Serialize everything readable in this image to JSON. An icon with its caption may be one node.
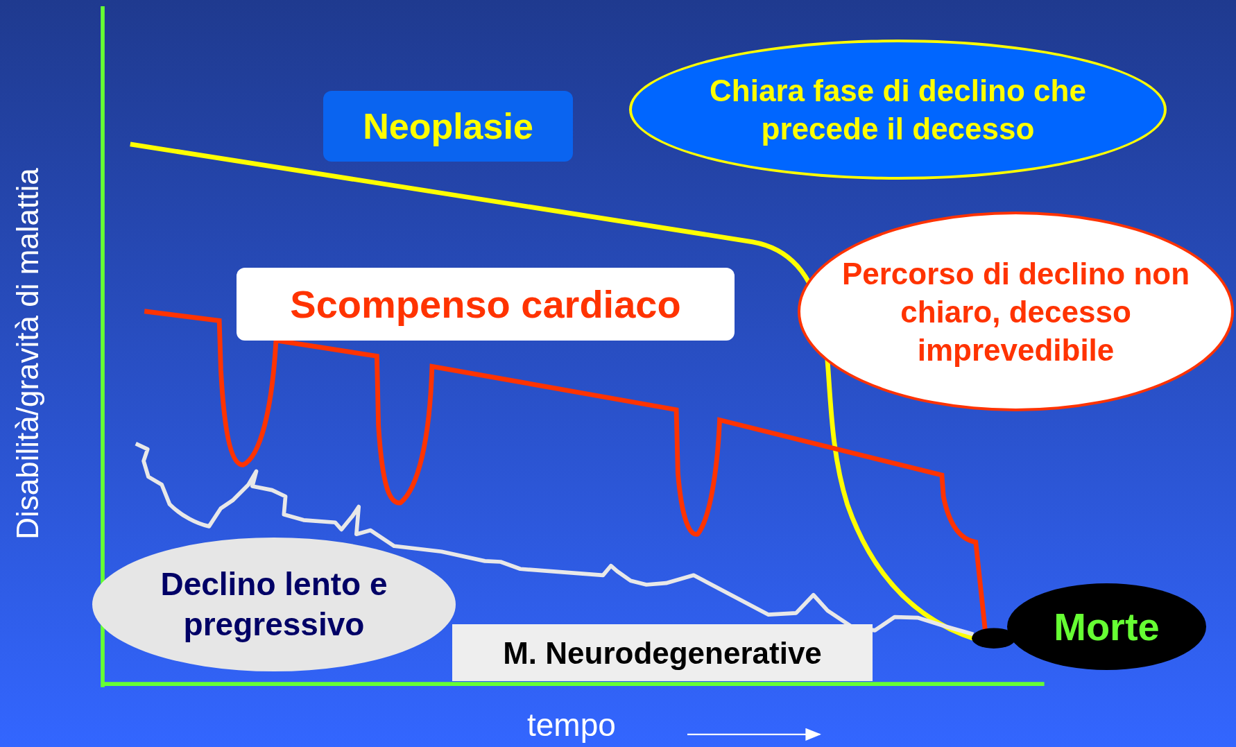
{
  "diagram": {
    "nodes": [
      {
        "text": [
          "Neoplasie"
        ]
      },
      {
        "text": [
          "Chiara fase di declino che precede il decesso"
        ]
      },
      {
        "text": [
          "Scompenso cardiaco"
        ]
      },
      {
        "text": [
          "Percorso di declino non chiaro, decesso imprevedibile"
        ]
      },
      {
        "text": [
          "Declino lento e pregressivo"
        ]
      },
      {
        "text": [
          "M. Neurodegenerative"
        ]
      },
      {
        "text": [
          "Morte"
        ]
      }
    ],
    "labels": [
      "Disabilità/gravità di malattia",
      "tempo"
    ]
  }
}
